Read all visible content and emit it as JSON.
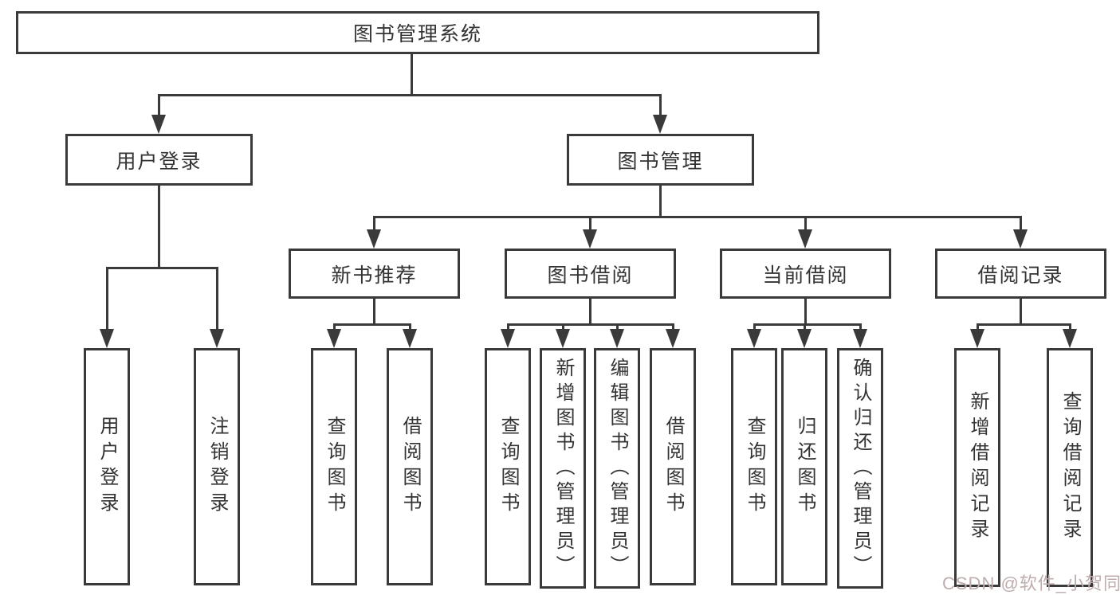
{
  "nodes": {
    "root": "图书管理系统",
    "l1": [
      "用户登录",
      "图书管理"
    ],
    "l2": [
      "新书推荐",
      "图书借阅",
      "当前借阅",
      "借阅记录"
    ],
    "leaves": [
      "用户登录",
      "注销登录",
      "查询图书",
      "借阅图书",
      "查询图书",
      "新增图书（管理员）",
      "编辑图书（管理员）",
      "借阅图书",
      "查询图书",
      "归还图书",
      "确认归还（管理员）",
      "新增借阅记录",
      "查询借阅记录"
    ]
  },
  "structure": [
    {
      "parent": "图书管理系统",
      "children": [
        "用户登录",
        "图书管理"
      ]
    },
    {
      "parent": "用户登录",
      "children": [
        "用户登录",
        "注销登录"
      ]
    },
    {
      "parent": "图书管理",
      "children": [
        "新书推荐",
        "图书借阅",
        "当前借阅",
        "借阅记录"
      ]
    },
    {
      "parent": "新书推荐",
      "children": [
        "查询图书",
        "借阅图书"
      ]
    },
    {
      "parent": "图书借阅",
      "children": [
        "查询图书",
        "新增图书（管理员）",
        "编辑图书（管理员）",
        "借阅图书"
      ]
    },
    {
      "parent": "当前借阅",
      "children": [
        "查询图书",
        "归还图书",
        "确认归还（管理员）"
      ]
    },
    {
      "parent": "借阅记录",
      "children": [
        "新增借阅记录",
        "查询借阅记录"
      ]
    }
  ],
  "watermark": {
    "text": "CSDN @软件_小贺同学",
    "color": "#bfadad"
  },
  "colors": {
    "line": "#3a3a3a",
    "text": "#333333",
    "background": "#ffffff"
  }
}
